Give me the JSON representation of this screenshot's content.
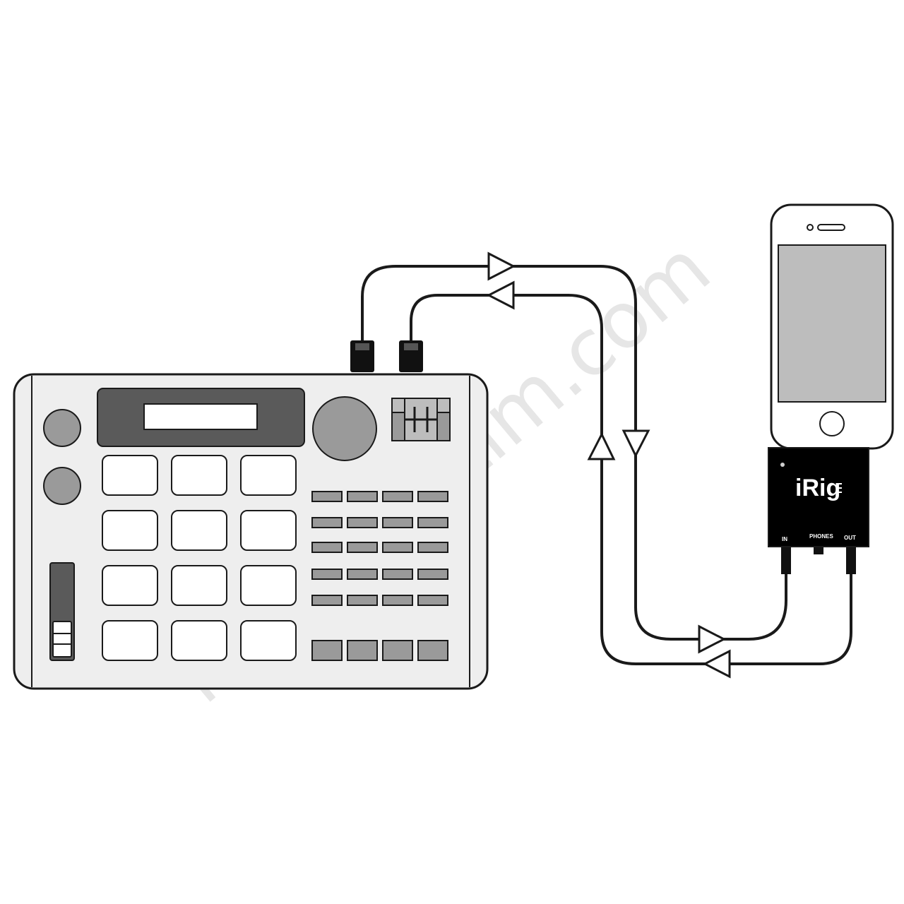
{
  "watermark": "muzikaletim.com",
  "irig": {
    "logo": "iRig",
    "ports": [
      "IN",
      "PHONES",
      "OUT"
    ]
  },
  "colors": {
    "outline": "#1a1a1a",
    "body": "#eeeeee",
    "pad_dark": "#9a9a9a",
    "display_dark": "#5a5a5a",
    "irig": "#000000"
  }
}
